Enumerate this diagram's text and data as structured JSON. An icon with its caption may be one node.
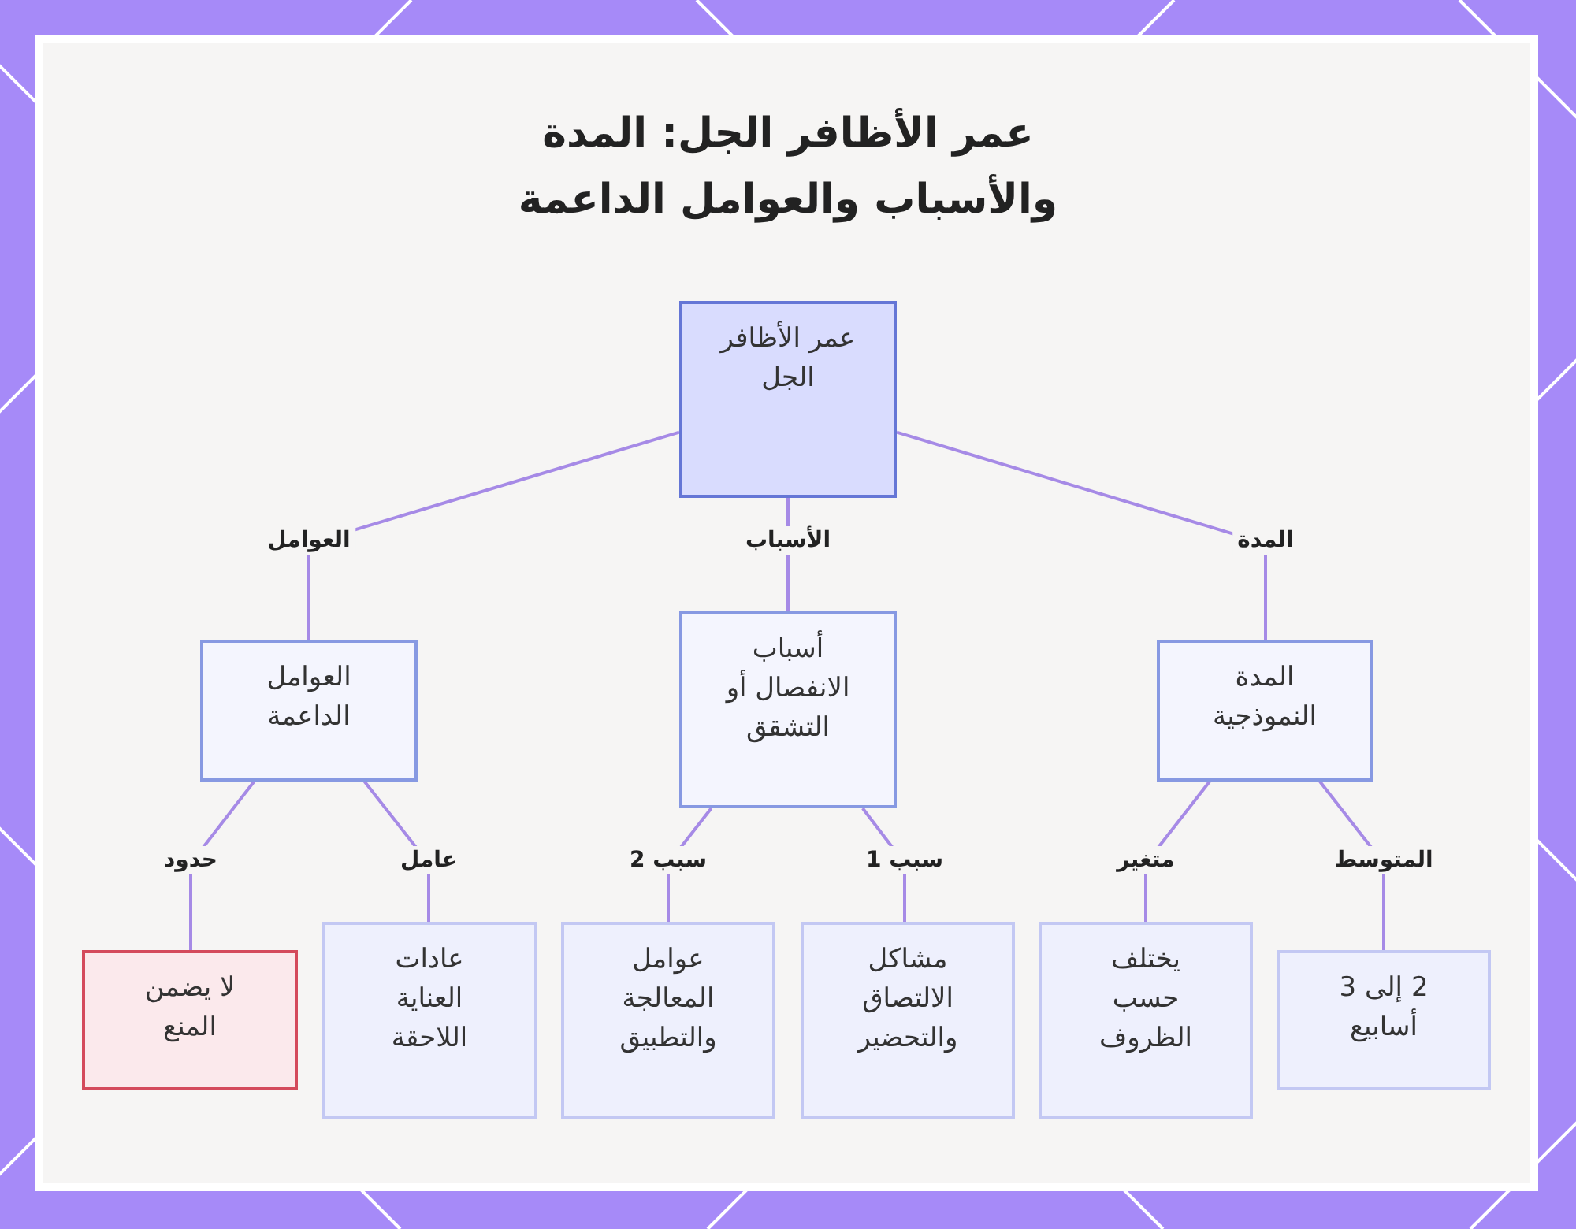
{
  "diagram": {
    "title": "عمر الأظافر الجل: المدة والأسباب والعوامل الداعمة",
    "nodes": [
      {
        "text": [
          "عمر الأظافر الجل"
        ]
      },
      {
        "text": [
          "المدة النموذجية"
        ]
      },
      {
        "text": [
          "أسباب الانفصال أو التشقق"
        ]
      },
      {
        "text": [
          "العوامل الداعمة"
        ]
      },
      {
        "text": [
          "2 إلى 3 أسابيع"
        ]
      },
      {
        "text": [
          "يختلف حسب الظروف"
        ]
      },
      {
        "text": [
          "مشاكل الالتصاق والتحضير"
        ]
      },
      {
        "text": [
          "عوامل المعالجة والتطبيق"
        ]
      },
      {
        "text": [
          "عادات العناية اللاحقة"
        ]
      },
      {
        "text": [
          "لا يضمن المنع"
        ]
      }
    ],
    "edges": [
      {
        "from": 0,
        "to": 1,
        "arrow": "none",
        "label": "المدة"
      },
      {
        "from": 0,
        "to": 2,
        "arrow": "none",
        "label": "الأسباب"
      },
      {
        "from": 0,
        "to": 3,
        "arrow": "none",
        "label": "العوامل"
      },
      {
        "from": 1,
        "to": 4,
        "arrow": "none",
        "label": "المتوسط"
      },
      {
        "from": 1,
        "to": 5,
        "arrow": "none",
        "label": "متغير"
      },
      {
        "from": 2,
        "to": 6,
        "arrow": "none",
        "label": "سبب 1"
      },
      {
        "from": 2,
        "to": 7,
        "arrow": "none",
        "label": "سبب 2"
      },
      {
        "from": 3,
        "to": 8,
        "arrow": "none",
        "label": "عامل"
      },
      {
        "from": 3,
        "to": 9,
        "arrow": "none",
        "label": "حدود"
      }
    ]
  }
}
